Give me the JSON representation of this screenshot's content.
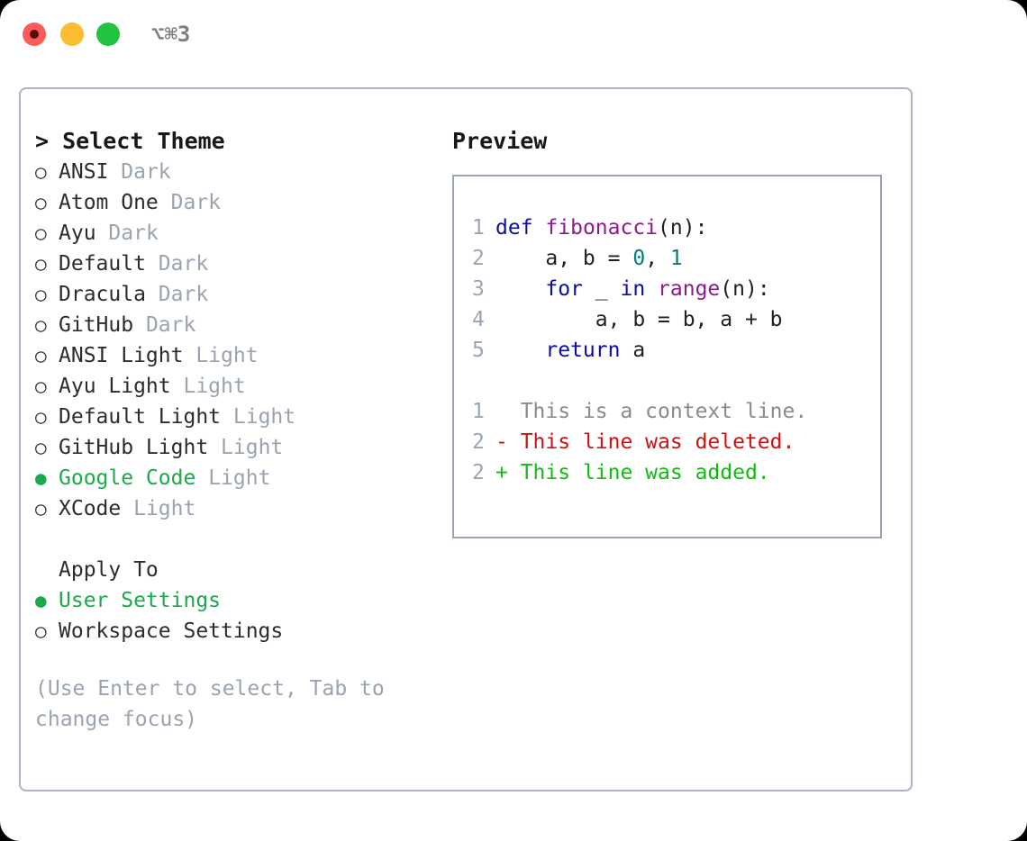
{
  "window": {
    "shortcut": "⌥⌘3",
    "traffic_lights": [
      {
        "name": "close",
        "color": "#fb5b5b"
      },
      {
        "name": "minimize",
        "color": "#fcbc2f"
      },
      {
        "name": "maximize",
        "color": "#22c33e"
      }
    ]
  },
  "theme_selector": {
    "heading": "> Select Theme",
    "selected_bullet": "●",
    "unselected_bullet": "○",
    "items": [
      {
        "name": "ANSI",
        "tag": "Dark",
        "selected": false
      },
      {
        "name": "Atom One",
        "tag": "Dark",
        "selected": false
      },
      {
        "name": "Ayu",
        "tag": "Dark",
        "selected": false
      },
      {
        "name": "Default",
        "tag": "Dark",
        "selected": false
      },
      {
        "name": "Dracula",
        "tag": "Dark",
        "selected": false
      },
      {
        "name": "GitHub",
        "tag": "Dark",
        "selected": false
      },
      {
        "name": "ANSI Light",
        "tag": "Light",
        "selected": false
      },
      {
        "name": "Ayu Light",
        "tag": "Light",
        "selected": false
      },
      {
        "name": "Default Light",
        "tag": "Light",
        "selected": false
      },
      {
        "name": "GitHub Light",
        "tag": "Light",
        "selected": false
      },
      {
        "name": "Google Code",
        "tag": "Light",
        "selected": true
      },
      {
        "name": "XCode",
        "tag": "Light",
        "selected": false
      }
    ]
  },
  "apply_to": {
    "heading": "Apply To",
    "items": [
      {
        "name": "User Settings",
        "selected": true
      },
      {
        "name": "Workspace Settings",
        "selected": false
      }
    ]
  },
  "hint": "(Use Enter to select, Tab to change focus)",
  "preview": {
    "title": "Preview",
    "code_lines": [
      {
        "num": "1",
        "tokens": [
          {
            "t": "def",
            "c": "kw"
          },
          {
            "t": " ",
            "c": "plain"
          },
          {
            "t": "fibonacci",
            "c": "fn"
          },
          {
            "t": "(n):",
            "c": "punc"
          }
        ]
      },
      {
        "num": "2",
        "tokens": [
          {
            "t": "    a, b = ",
            "c": "plain"
          },
          {
            "t": "0",
            "c": "num"
          },
          {
            "t": ", ",
            "c": "plain"
          },
          {
            "t": "1",
            "c": "num"
          }
        ]
      },
      {
        "num": "3",
        "tokens": [
          {
            "t": "    ",
            "c": "plain"
          },
          {
            "t": "for",
            "c": "kw"
          },
          {
            "t": " _ ",
            "c": "plain"
          },
          {
            "t": "in",
            "c": "kw"
          },
          {
            "t": " ",
            "c": "plain"
          },
          {
            "t": "range",
            "c": "fn"
          },
          {
            "t": "(n):",
            "c": "punc"
          }
        ]
      },
      {
        "num": "4",
        "tokens": [
          {
            "t": "        a, b = b, a + b",
            "c": "plain"
          }
        ]
      },
      {
        "num": "5",
        "tokens": [
          {
            "t": "    ",
            "c": "plain"
          },
          {
            "t": "return",
            "c": "kw"
          },
          {
            "t": " a",
            "c": "plain"
          }
        ]
      }
    ],
    "diff_lines": [
      {
        "num": "1",
        "marker": "  ",
        "text": "This is a context line.",
        "kind": "ctx"
      },
      {
        "num": "2",
        "marker": "- ",
        "text": "This line was deleted.",
        "kind": "del"
      },
      {
        "num": "2",
        "marker": "+ ",
        "text": "This line was added.",
        "kind": "add"
      }
    ]
  },
  "colors": {
    "accent_green": "#1ba94c",
    "muted": "#9aa3b0",
    "border": "#aab4c4",
    "diff_add": "#11bb11",
    "diff_del": "#cc1111",
    "keyword": "#0c0ca8",
    "function": "#8d1a8d",
    "number": "#0b7a7a"
  }
}
